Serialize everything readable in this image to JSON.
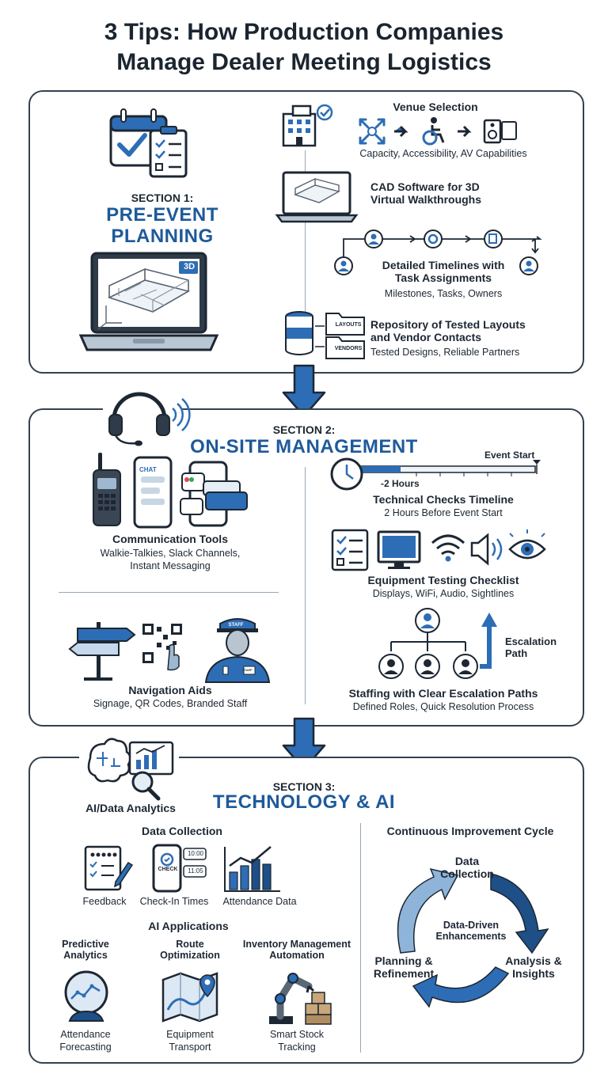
{
  "title": {
    "line1": "3 Tips: How Production Companies",
    "line2": "Manage Dealer Meeting Logistics"
  },
  "section1": {
    "label": "SECTION 1:",
    "title_line1": "PRE-EVENT",
    "title_line2": "PLANNING",
    "laptop_badge": "3D",
    "items": [
      {
        "heading": "Venue Selection",
        "sub": "Capacity, Accessibility, AV Capabilities"
      },
      {
        "heading_line1": "CAD Software for 3D",
        "heading_line2": "Virtual Walkthroughs"
      },
      {
        "heading_line1": "Detailed Timelines with",
        "heading_line2": "Task Assignments",
        "sub": "Milestones, Tasks, Owners"
      },
      {
        "heading_line1": "Repository of Tested Layouts",
        "heading_line2": "and Vendor Contacts",
        "sub": "Tested Designs, Reliable Partners",
        "folder1": "LAYOUTS",
        "folder2": "VENDORS"
      }
    ]
  },
  "section2": {
    "label": "SECTION 2:",
    "title": "ON-SITE MANAGEMENT",
    "comm": {
      "heading": "Communication Tools",
      "sub_line1": "Walkie-Talkies, Slack Channels,",
      "sub_line2": "Instant Messaging",
      "phone_label": "CHAT"
    },
    "nav": {
      "heading": "Navigation Aids",
      "sub": "Signage, QR Codes, Branded Staff",
      "cap_label": "STAFF",
      "shirt_label": "STAFF"
    },
    "timeline": {
      "event_start": "Event Start",
      "marker": "-2 Hours",
      "heading": "Technical Checks Timeline",
      "sub": "2 Hours Before Event Start"
    },
    "checklist": {
      "heading": "Equipment Testing Checklist",
      "sub": "Displays, WiFi, Audio, Sightlines"
    },
    "staffing": {
      "escalation_line1": "Escalation",
      "escalation_line2": "Path",
      "heading": "Staffing with Clear Escalation Paths",
      "sub": "Defined Roles, Quick Resolution Process"
    }
  },
  "section3": {
    "label": "SECTION 3:",
    "title": "TECHNOLOGY & AI",
    "ai_label": "AI/Data Analytics",
    "data_collection": {
      "heading": "Data Collection",
      "items": [
        "Feedback",
        "Check-In Times",
        "Attendance Data"
      ],
      "times": [
        "10:00",
        "11:05"
      ],
      "phone_text": "CHECK"
    },
    "ai_apps": {
      "heading": "AI Applications",
      "items": [
        {
          "title_line1": "Predictive",
          "title_line2": "Analytics",
          "sub_line1": "Attendance",
          "sub_line2": "Forecasting"
        },
        {
          "title_line1": "Route",
          "title_line2": "Optimization",
          "sub_line1": "Equipment",
          "sub_line2": "Transport"
        },
        {
          "title_line1": "Inventory Management",
          "title_line2": "Automation",
          "sub_line1": "Smart Stock",
          "sub_line2": "Tracking"
        }
      ]
    },
    "cycle": {
      "heading": "Continuous Improvement Cycle",
      "top_line1": "Data",
      "top_line2": "Collection",
      "center_line1": "Data-Driven",
      "center_line2": "Enhancements",
      "right_line1": "Analysis &",
      "right_line2": "Insights",
      "left_line1": "Planning &",
      "left_line2": "Refinement"
    }
  },
  "colors": {
    "primary": "#1e5a9a",
    "dark": "#1d2733",
    "light_blue": "#8fb4d9",
    "border": "#33414f"
  }
}
